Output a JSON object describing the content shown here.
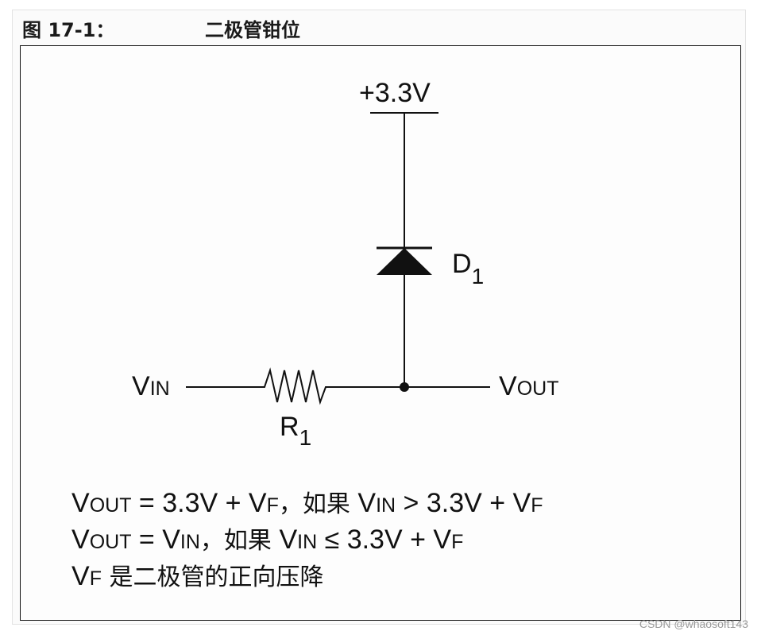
{
  "header": {
    "figure_number": "图 17-1：",
    "title": "二极管钳位"
  },
  "circuit": {
    "supply_label": "+3.3V",
    "diode_label": "D",
    "diode_subscript": "1",
    "resistor_label": "R",
    "resistor_subscript": "1",
    "input_label_prefix": "V",
    "input_label_suffix": "IN",
    "output_label_prefix": "V",
    "output_label_suffix": "OUT"
  },
  "equations": [
    {
      "lhs_prefix": "V",
      "lhs_suffix": "OUT",
      "rhs_text_1": " = 3.3V + V",
      "rhs_sub_1": "F",
      "cond_cjk": "，如果 ",
      "cond_var_prefix": "V",
      "cond_var_suffix": "IN",
      "cond_rest_1": " > 3.3V + V",
      "cond_sub_2": "F"
    },
    {
      "lhs_prefix": "V",
      "lhs_suffix": "OUT",
      "rhs_text_1": " = V",
      "rhs_sub_1": "IN",
      "cond_cjk": "，如果 ",
      "cond_var_prefix": "V",
      "cond_var_suffix": "IN",
      "cond_rest_1": " ≤ 3.3V + V",
      "cond_sub_2": "F"
    },
    {
      "lhs_prefix": "V",
      "lhs_suffix": "F",
      "description": " 是二极管的正向压降"
    }
  ],
  "watermark": "CSDN @whaosoft143"
}
